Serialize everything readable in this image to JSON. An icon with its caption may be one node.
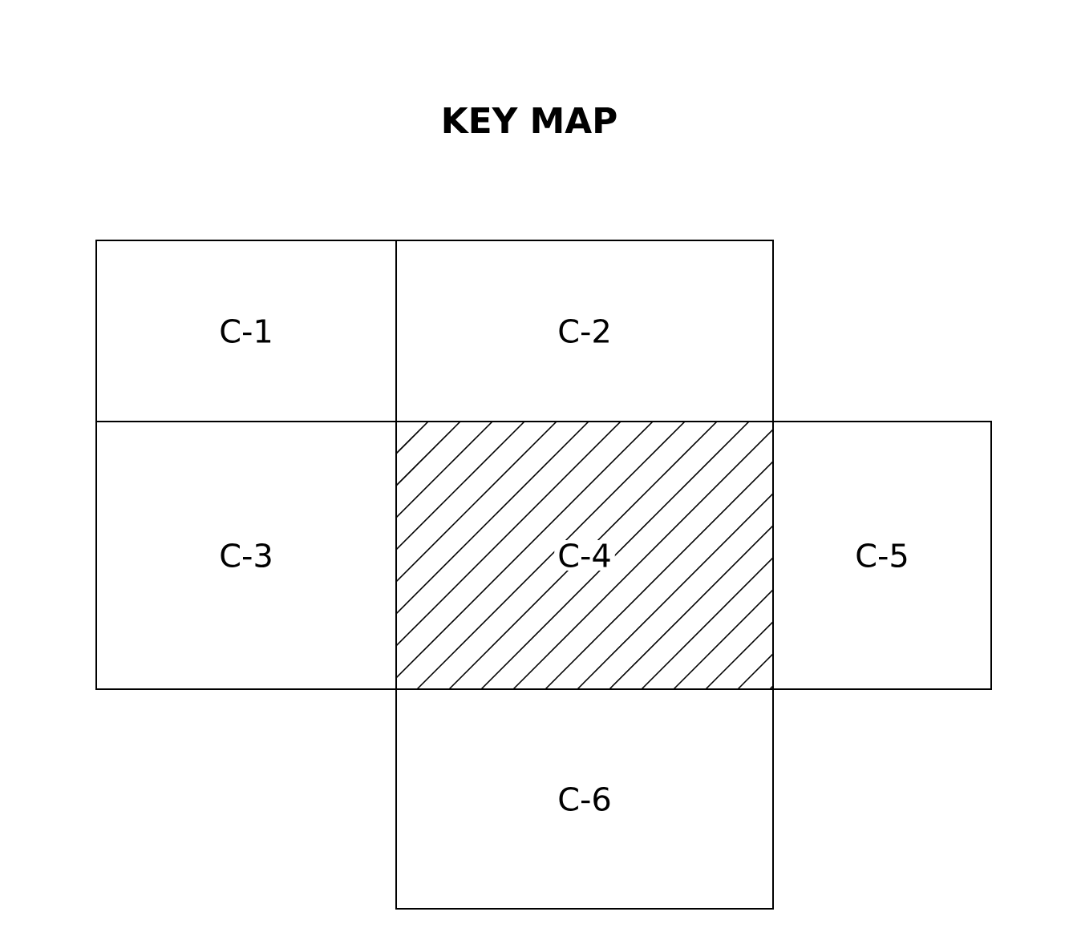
{
  "diagram": {
    "title": "KEY MAP",
    "nodes": [
      {
        "text": [
          "C-1"
        ]
      },
      {
        "text": [
          "C-2"
        ]
      },
      {
        "text": [
          "C-3"
        ]
      },
      {
        "text": [
          "C-4"
        ]
      },
      {
        "text": [
          "C-5"
        ]
      },
      {
        "text": [
          "C-6"
        ]
      }
    ],
    "edges": []
  }
}
